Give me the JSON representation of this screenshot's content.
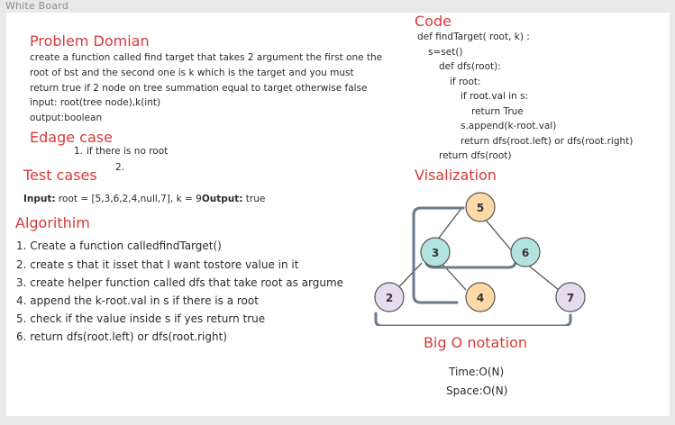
{
  "window": {
    "title": "White Board"
  },
  "problem": {
    "heading": "Problem Domian",
    "lines": [
      "create a function called find target that takes 2 argument the first one the",
      "root of bst and the second one is k which is the target and you must",
      "return true if 2 node on tree summation equal to target otherwise false",
      "input: root(tree node),k(int)",
      "output:boolean"
    ]
  },
  "edge": {
    "heading": "Edage case",
    "items": [
      {
        "num": "1.",
        "text": "if there is no root"
      },
      {
        "num": "2.",
        "text": ""
      }
    ]
  },
  "tests": {
    "heading": "Test cases",
    "input_label": "Input:",
    "input_value": " root = [5,3,6,2,4,null,7], k = 9",
    "output_label": "Output:",
    "output_value": " true"
  },
  "algorithm": {
    "heading": "Algorithim",
    "steps": [
      "1. Create a function calledfindTarget()",
      "2. create s that it isset that I want tostore value in it",
      "3. create helper function called dfs that take root as argume",
      "4. append the k-root.val in s if there is a root",
      "5. check if the value inside s if yes return true",
      "6. return dfs(root.left) or dfs(root.right)"
    ]
  },
  "code": {
    "heading": "Code",
    "lines": [
      "def findTarget( root, k) :",
      "s=set()",
      "def dfs(root):",
      "if root:",
      "if root.val in s:",
      "return True",
      "s.append(k-root.val)",
      "return dfs(root.left) or dfs(root.right)",
      "return dfs(root)"
    ]
  },
  "visualization": {
    "heading": "Visalization",
    "nodes": [
      "5",
      "3",
      "6",
      "2",
      "4",
      "7"
    ],
    "colors": {
      "orange": "#fdd9a8",
      "teal": "#b2e3e0",
      "purple": "#e6dcef",
      "stroke": "#555555",
      "path": "#6a7a8c"
    }
  },
  "bigo": {
    "heading": "Big O notation",
    "time": "Time:O(N)",
    "space": "Space:O(N)"
  }
}
